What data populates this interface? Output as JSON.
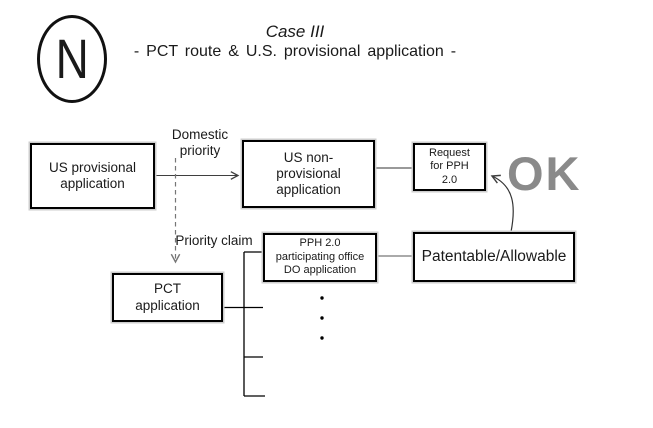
{
  "stamp": {
    "letter": "N"
  },
  "header": {
    "title": "Case III",
    "subtitle": "- PCT route & U.S. provisional application -"
  },
  "boxes": {
    "us_provisional": {
      "lines": [
        "US provisional",
        "application"
      ]
    },
    "us_nonprovisional": {
      "lines": [
        "US non-",
        "provisional",
        "application"
      ]
    },
    "request_pph": {
      "lines": [
        "Request",
        "for PPH",
        "2.0"
      ]
    },
    "pct": {
      "lines": [
        "PCT",
        "application"
      ]
    },
    "pph_office": {
      "lines": [
        "PPH 2.0",
        "participating office",
        "DO application"
      ]
    },
    "patentable": {
      "lines": [
        "Patentable/Allowable"
      ]
    }
  },
  "edge_labels": {
    "domestic_priority": {
      "lines": [
        "Domestic",
        "priority"
      ]
    },
    "priority_claim": {
      "lines": [
        "Priority",
        "claim"
      ]
    },
    "ok": "OK"
  },
  "colors": {
    "ok_text": "#8a8a8a",
    "box_border": "#000000",
    "connector": "#3f3f3f",
    "dashed_connector": "#767676"
  }
}
